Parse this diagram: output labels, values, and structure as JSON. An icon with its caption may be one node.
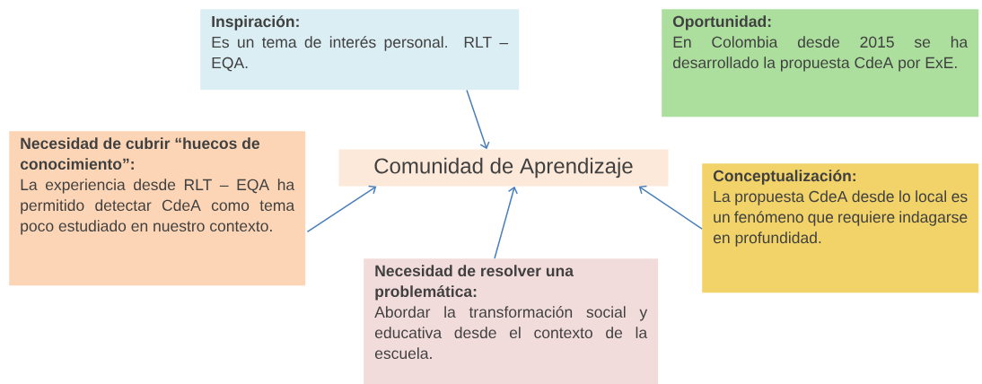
{
  "diagram": {
    "nodes": [
      {
        "text": [
          "Comunidad de Aprendizaje"
        ]
      },
      {
        "text": [
          "Inspiración:",
          "Es un tema de interés personal. RLT – EQA."
        ]
      },
      {
        "text": [
          "Oportunidad:",
          "En Colombia desde 2015 se ha desarrollado la propuesta CdeA por ExE."
        ]
      },
      {
        "text": [
          "Necesidad de cubrir “huecos de conocimiento”:",
          "La experiencia desde RLT – EQA ha permitido detectar CdeA como tema poco estudiado en nuestro contexto."
        ]
      },
      {
        "text": [
          "Conceptualización:",
          "La propuesta CdeA desde lo local es un fenómeno que requiere indagarse en profundidad."
        ]
      },
      {
        "text": [
          "Necesidad de resolver una problemática:",
          "Abordar la transformación social y educativa desde el contexto de la escuela."
        ]
      }
    ],
    "edges": [
      {
        "from": 1,
        "to": 0,
        "arrow": "to"
      },
      {
        "from": 3,
        "to": 0,
        "arrow": "to"
      },
      {
        "from": 5,
        "to": 0,
        "arrow": "to"
      },
      {
        "from": 4,
        "to": 0,
        "arrow": "to"
      }
    ]
  }
}
